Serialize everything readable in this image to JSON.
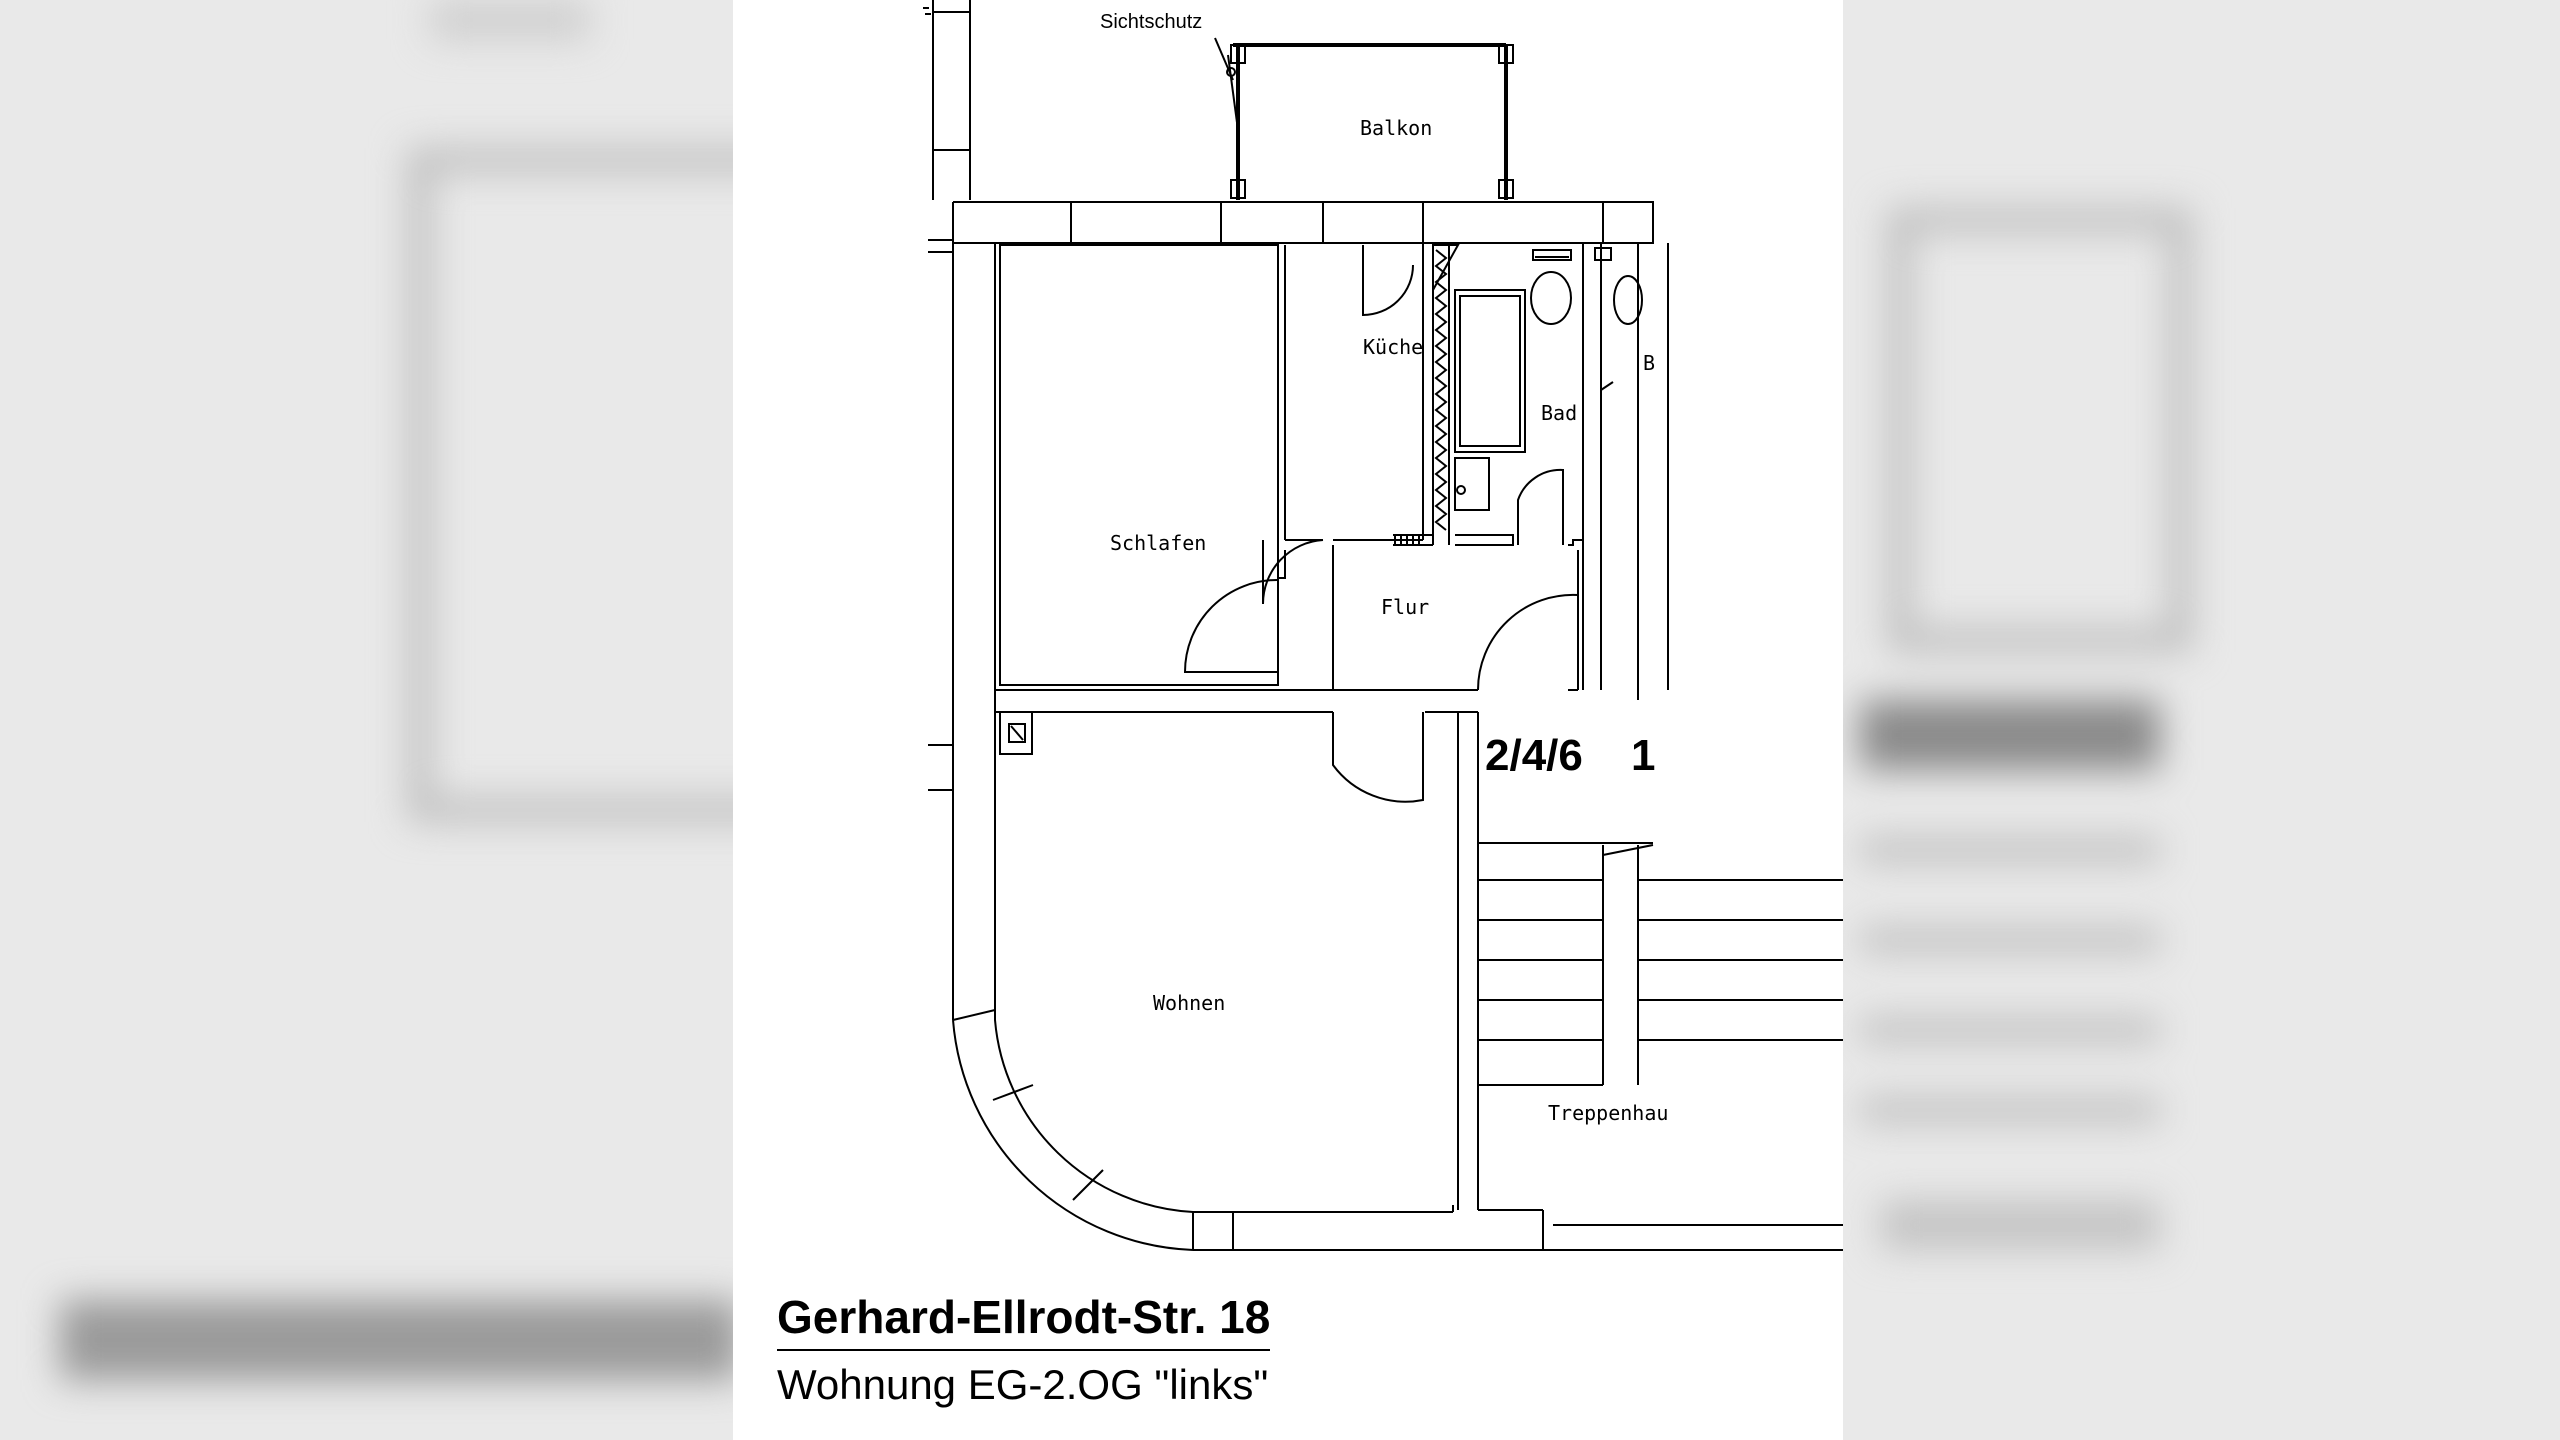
{
  "plan": {
    "labels": {
      "privacy_screen": "Sichtschutz",
      "balcony": "Balkon",
      "kitchen": "Küche",
      "bath": "Bad",
      "bedroom": "Schlafen",
      "hallway": "Flur",
      "living": "Wohnen",
      "staircase": "Treppenhau",
      "neighbor_room": "B"
    },
    "unit_numbers": {
      "main": "2/4/6",
      "neighbor": "1"
    }
  },
  "title_block": {
    "address": "Gerhard-Ellrodt-Str. 18",
    "unit": "Wohnung EG-2.OG \"links\""
  },
  "colors": {
    "ink": "#000000",
    "paper": "#ffffff",
    "backdrop": "#e9e9e9"
  }
}
